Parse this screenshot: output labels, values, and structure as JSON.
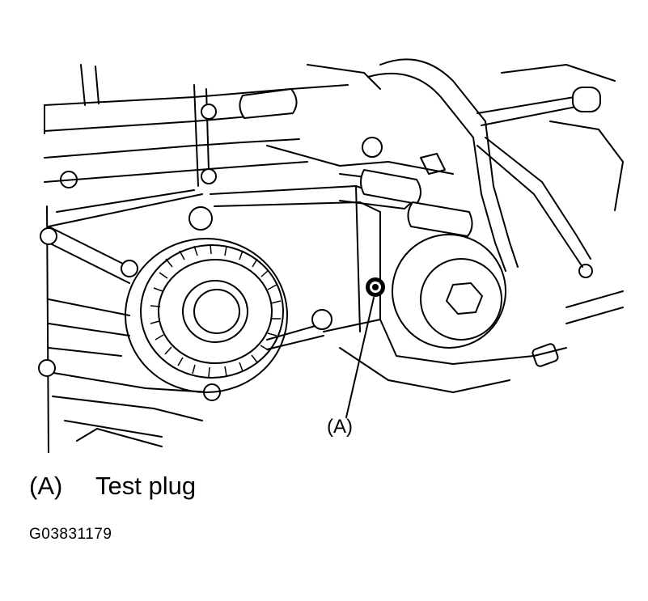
{
  "diagram": {
    "callout_label": "(A)",
    "legend": [
      {
        "key": "(A)",
        "description": "Test plug"
      }
    ],
    "figure_id": "G03831179"
  }
}
